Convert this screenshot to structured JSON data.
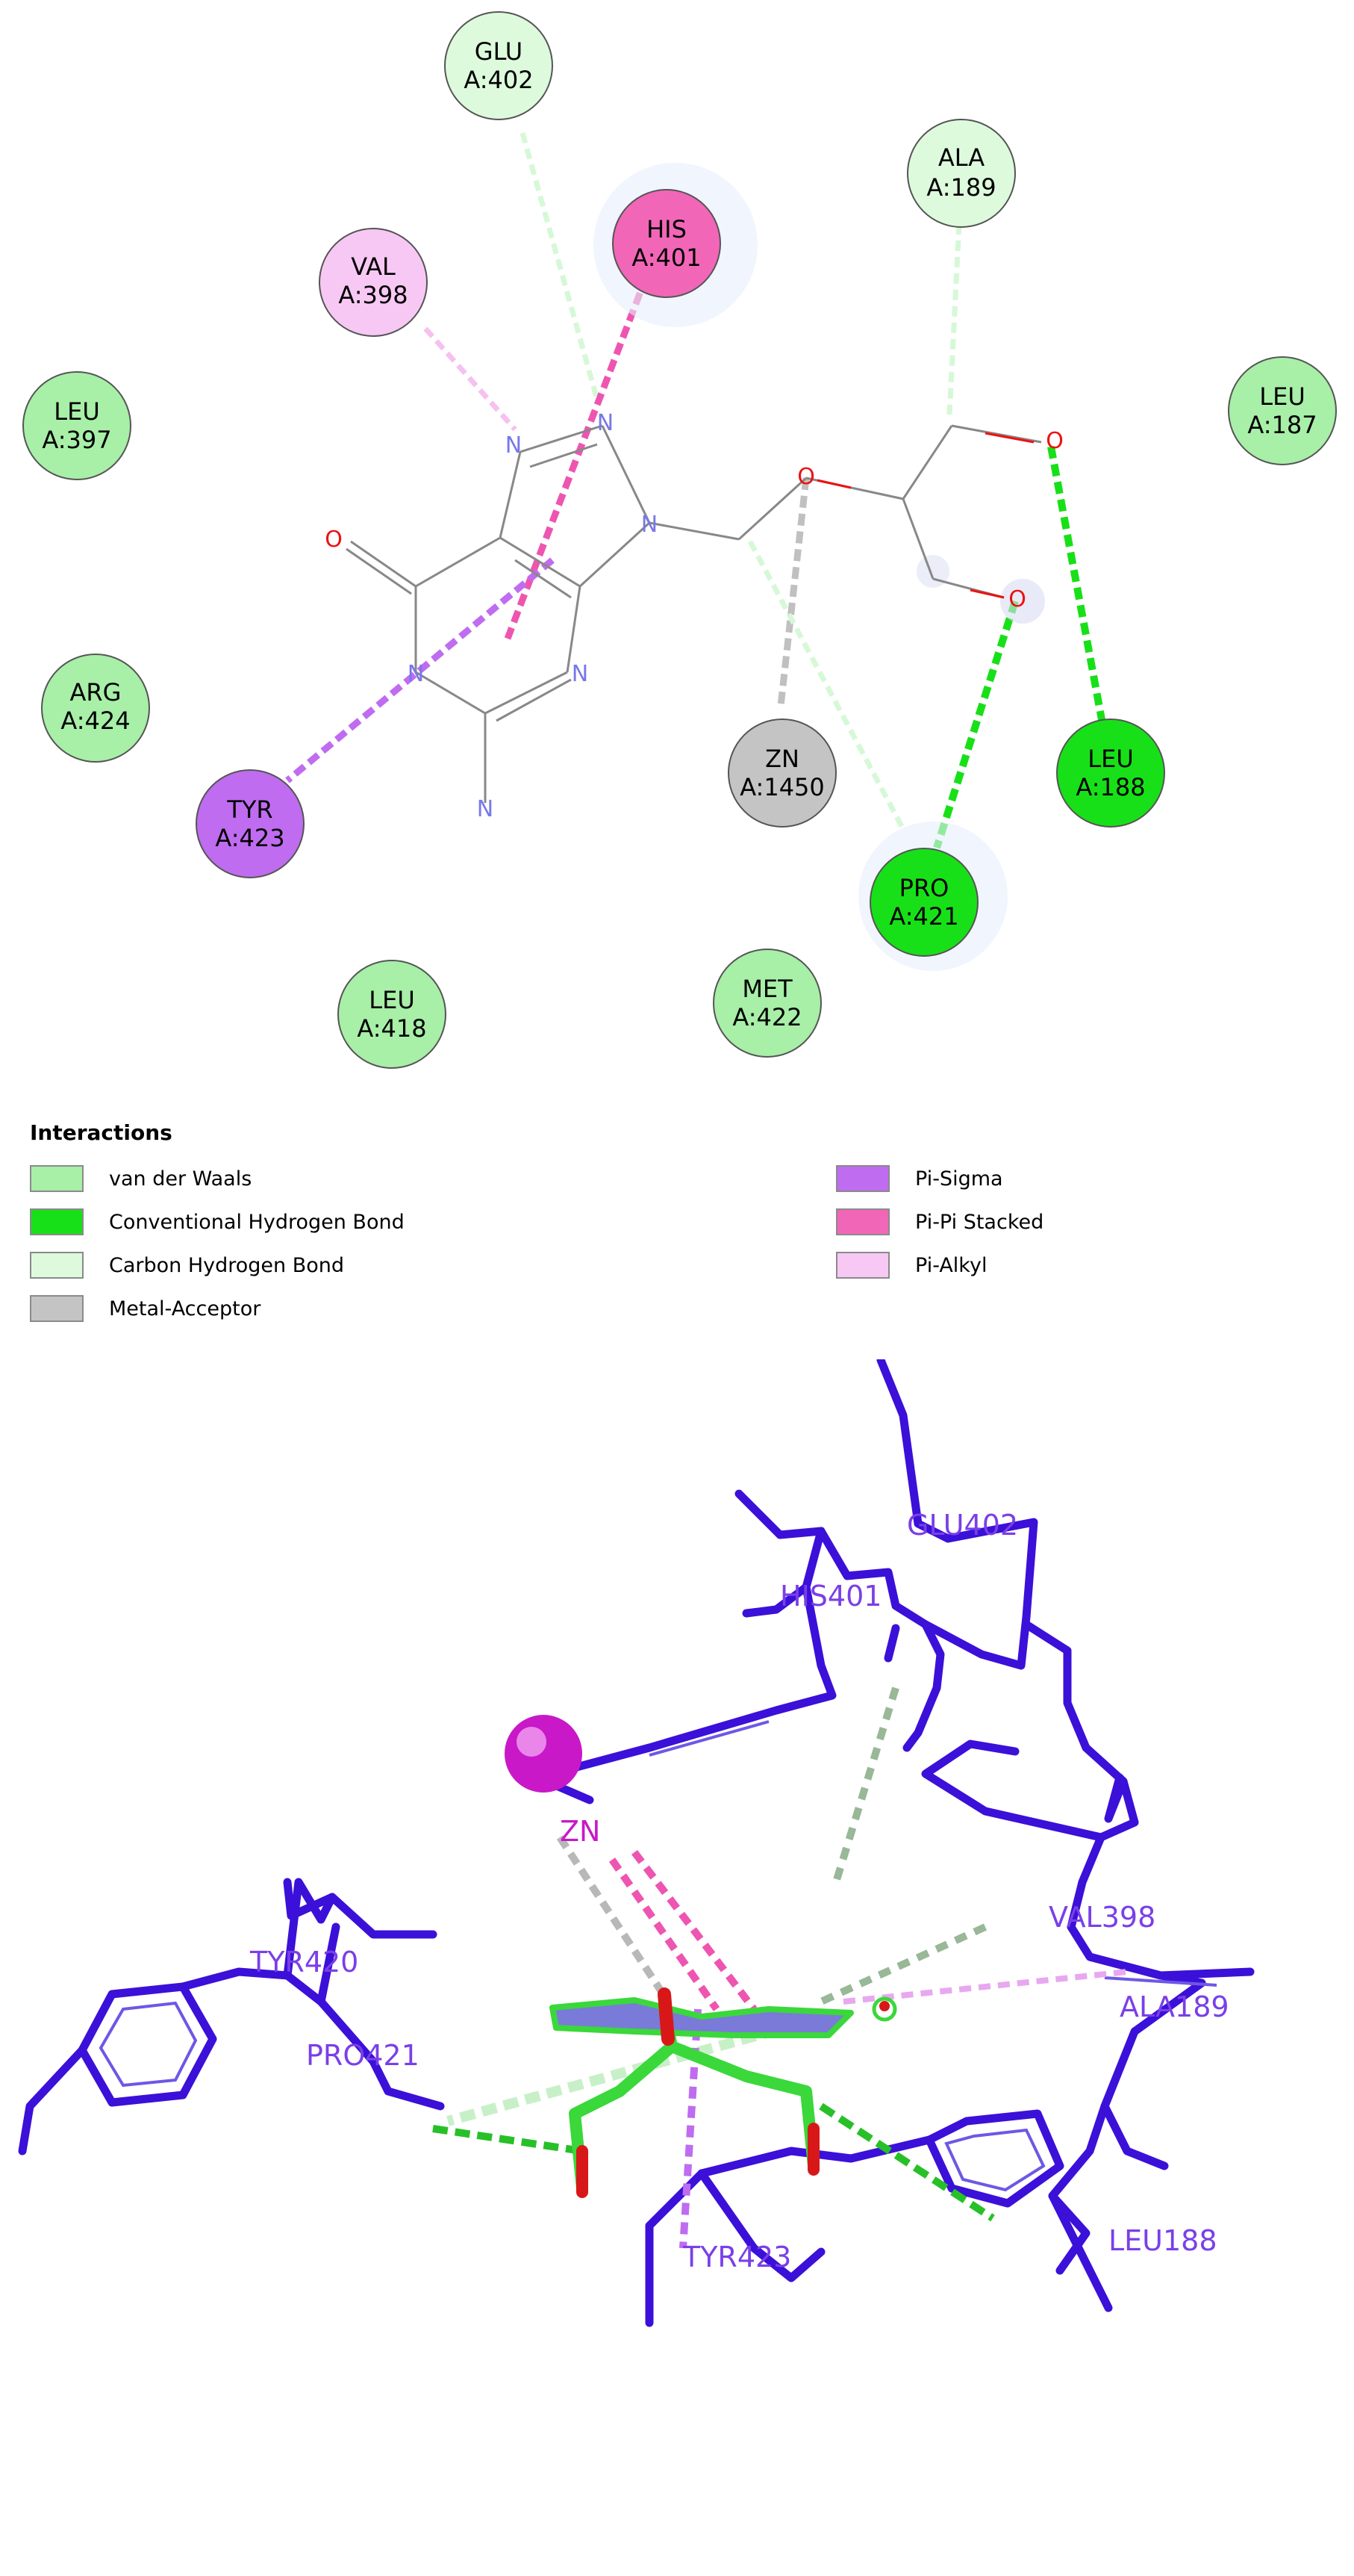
{
  "diagram2d": {
    "residues": [
      {
        "name": "GLU",
        "id": "A:402",
        "type": "Carbon Hydrogen Bond"
      },
      {
        "name": "ALA",
        "id": "A:189",
        "type": "Carbon Hydrogen Bond"
      },
      {
        "name": "HIS",
        "id": "A:401",
        "type": "Pi-Pi Stacked"
      },
      {
        "name": "VAL",
        "id": "A:398",
        "type": "Pi-Alkyl"
      },
      {
        "name": "LEU",
        "id": "A:397",
        "type": "van der Waals"
      },
      {
        "name": "LEU",
        "id": "A:187",
        "type": "van der Waals"
      },
      {
        "name": "ARG",
        "id": "A:424",
        "type": "van der Waals"
      },
      {
        "name": "ZN",
        "id": "A:1450",
        "type": "Metal-Acceptor"
      },
      {
        "name": "LEU",
        "id": "A:188",
        "type": "Conventional Hydrogen Bond"
      },
      {
        "name": "TYR",
        "id": "A:423",
        "type": "Pi-Sigma"
      },
      {
        "name": "PRO",
        "id": "A:421",
        "type": "Conventional Hydrogen Bond"
      },
      {
        "name": "LEU",
        "id": "A:418",
        "type": "van der Waals"
      },
      {
        "name": "MET",
        "id": "A:422",
        "type": "van der Waals"
      }
    ],
    "atom_labels": [
      "N",
      "N",
      "N",
      "N",
      "N",
      "N",
      "O",
      "O",
      "O",
      "O"
    ]
  },
  "legend": {
    "title": "Interactions",
    "items": [
      {
        "label": "van der Waals",
        "color": "#a8efa8"
      },
      {
        "label": "Conventional Hydrogen Bond",
        "color": "#18e018"
      },
      {
        "label": "Carbon Hydrogen Bond",
        "color": "#ddfadd"
      },
      {
        "label": "Metal-Acceptor",
        "color": "#c4c4c4"
      },
      {
        "label": "Pi-Sigma",
        "color": "#bf6cf0"
      },
      {
        "label": "Pi-Pi Stacked",
        "color": "#f266b8"
      },
      {
        "label": "Pi-Alkyl",
        "color": "#f8c8f4"
      }
    ]
  },
  "view3d": {
    "labels": [
      "GLU402",
      "HIS401",
      "ZN",
      "VAL398",
      "TYR420",
      "ALA189",
      "PRO421",
      "TYR423",
      "LEU188"
    ],
    "colors": {
      "residue": "#3b10d8",
      "ligand": "#3ad83a",
      "oxygen": "#d81818",
      "zinc": "#d010d0",
      "ring_blue": "#7a7ad8"
    }
  }
}
